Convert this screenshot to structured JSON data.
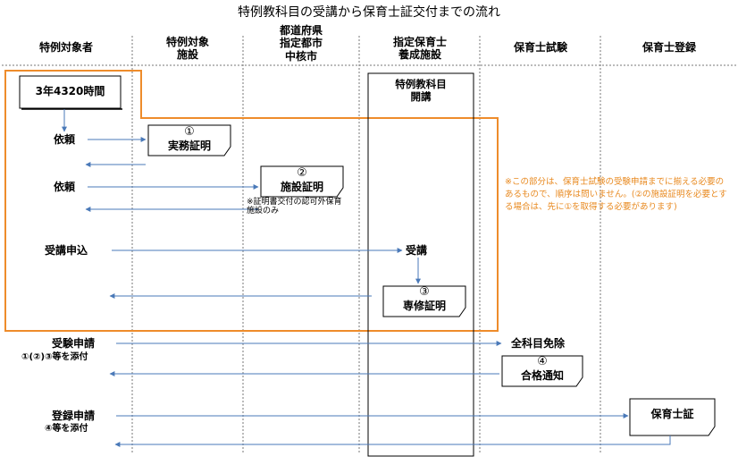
{
  "title": "特例教科目の受講から保育士証交付までの流れ",
  "columns": {
    "c1": "特例対象者",
    "c2": "特例対象\n施設",
    "c3": "都道府県\n指定都市\n中核市",
    "c4": "指定保育士\n養成施設",
    "c5": "保育士試験",
    "c6": "保育士登録"
  },
  "boxes": {
    "hours": "3年4320時間",
    "training": "特例教科目\n開講"
  },
  "docs": {
    "d1_num": "①",
    "d1_label": "実務証明",
    "d2_num": "②",
    "d2_label": "施設証明",
    "d3_num": "③",
    "d3_label": "専修証明",
    "d4_num": "④",
    "d4_label": "合格通知",
    "d5_label": "保育士証"
  },
  "labels": {
    "request1": "依頼",
    "request2": "依頼",
    "cert_note": "※証明書交付の認可外保育\n施設のみ",
    "apply_course": "受講申込",
    "attend": "受講",
    "apply_exam": "受験申請",
    "attach_exam": "①(②)③等を添付",
    "exempt": "全科目免除",
    "apply_register": "登録申請",
    "attach_register": "④等を添付"
  },
  "note": "※この部分は、保育士試験の受験申請までに揃える必要のあるもので、順序は問いません。(②の施設証明を必要とする場合は、先に①を取得する必要があります)",
  "colors": {
    "orange": "#ee8c2b",
    "arrow": "#4a79b8",
    "note": "#e8891f"
  }
}
